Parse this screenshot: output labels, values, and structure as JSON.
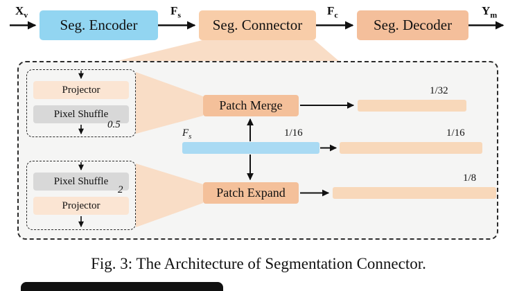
{
  "pipeline": {
    "encoder": "Seg. Encoder",
    "connector": "Seg. Connector",
    "decoder": "Seg. Decoder",
    "input_label": {
      "base": "X",
      "sub": "v"
    },
    "fs_label": {
      "base": "F",
      "sub": "s"
    },
    "fc_label": {
      "base": "F",
      "sub": "c"
    },
    "output_label": {
      "base": "Y",
      "sub": "m"
    }
  },
  "detail": {
    "module_top": {
      "box1": "Projector",
      "box2": "Pixel Shuffle",
      "scale": "0.5"
    },
    "module_bottom": {
      "box1": "Pixel Shuffle",
      "scale": "2",
      "box2": "Projector"
    },
    "patch_merge": "Patch Merge",
    "patch_expand": "Patch Expand",
    "fs_bar_label": {
      "base": "F",
      "sub": "s"
    },
    "fs_bar_scale": "1/16",
    "out_bars": [
      {
        "label": "1/32"
      },
      {
        "label": "1/16"
      },
      {
        "label": "1/8"
      }
    ]
  },
  "caption": "Fig. 3: The Architecture of Segmentation Connector.",
  "colors": {
    "encoder_fill": "#92d5f1",
    "connector_fill": "#f8cda9",
    "decoder_fill": "#f4bf9b",
    "patch_fill": "#f4c09a",
    "projector_fill": "#fbe5d3",
    "shuffle_fill": "#d8d8d8",
    "blue_bar_fill": "#a9daf3",
    "out_bar_fill": "#f8d8ba",
    "funnel_fill": "#f9ddc6",
    "panel_bg": "#f5f5f4",
    "arrow_color": "#111111"
  }
}
